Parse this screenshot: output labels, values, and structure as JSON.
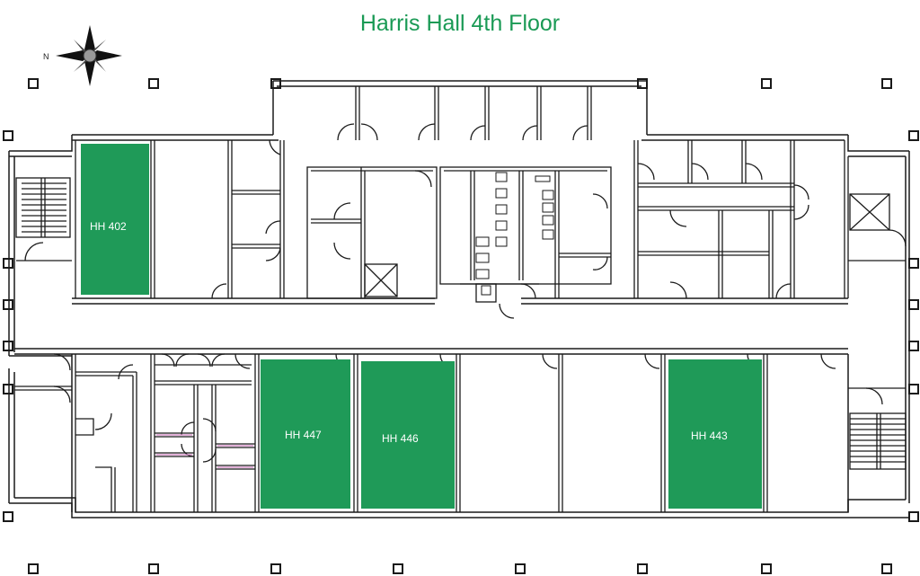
{
  "map": {
    "title": "Harris Hall 4th Floor",
    "compass_label": "N",
    "highlight_color": "#1f9a58",
    "wall_color": "#1a1a1a",
    "highlighted_rooms": [
      {
        "id": "room-hh-402",
        "label": "HH 402"
      },
      {
        "id": "room-hh-447",
        "label": "HH 447"
      },
      {
        "id": "room-hh-446",
        "label": "HH 446"
      },
      {
        "id": "room-hh-443",
        "label": "HH 443"
      }
    ]
  }
}
